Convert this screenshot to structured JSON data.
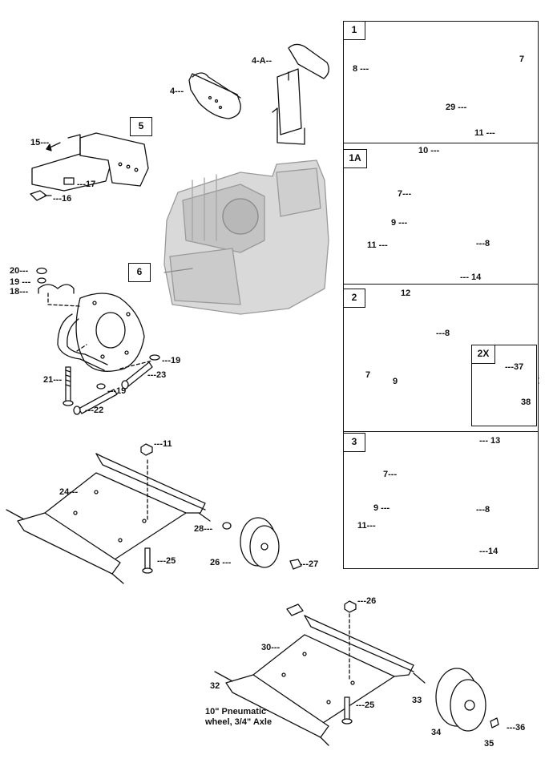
{
  "panels": {
    "p1": {
      "id": "1"
    },
    "p1a": {
      "id": "1A"
    },
    "p2": {
      "id": "2"
    },
    "p2x": {
      "id": "2X"
    },
    "p3": {
      "id": "3"
    },
    "p5": {
      "id": "5"
    },
    "p6": {
      "id": "6"
    }
  },
  "labels": {
    "l4a": "4-A--",
    "l4": "4---",
    "l8a": "8 ---",
    "l7a": "7",
    "l29": "29 ---",
    "l11a": "11 ---",
    "l15": "15---",
    "l17": "---17",
    "l16": "---16",
    "l10": "10 ---",
    "l7b": "7---",
    "l9a": "9 ---",
    "l11b": "11 ---",
    "l8b": "---8",
    "l14a": "--- 14",
    "l20": "20---",
    "l19a": "19 ---",
    "l18": "18---",
    "l19b": "---19",
    "l21": "21---",
    "l23": "---23",
    "l19c": "---19",
    "l22": "---22",
    "l12": "12",
    "l8c": "---8",
    "l7c": "7",
    "l9b": "9",
    "l37": "---37",
    "l38": "38",
    "l13": "--- 13",
    "l7d": "7---",
    "l9c": "9 ---",
    "l8d": "---8",
    "l11c": "11---",
    "l14b": "---14",
    "l11d": "---11",
    "l24": "24---",
    "l28": "28---",
    "l26a": "26 ---",
    "l27": "---27",
    "l25a": "---25",
    "l26b": "---26",
    "l30": "30---",
    "l32": "32",
    "l33": "33",
    "l25b": "---25",
    "l34": "34",
    "l35": "35",
    "l36": "---36"
  },
  "caption": {
    "line1": "10\" Pneumatic",
    "line2": "wheel, 3/4\" Axle"
  }
}
